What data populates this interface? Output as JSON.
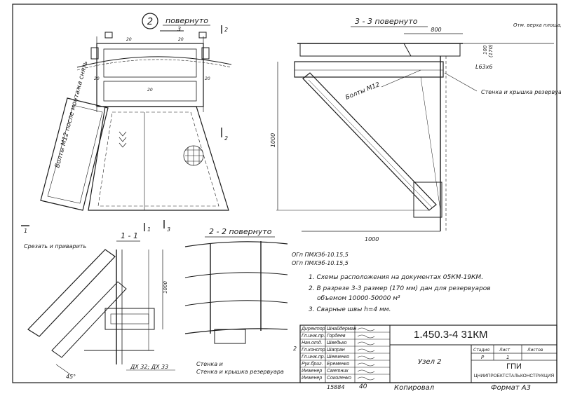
{
  "views": {
    "node_marker": "2",
    "top_title": "повернуто",
    "section33_title": "3 - 3 повернуто",
    "section11_title": "1 - 1",
    "section22_title": "2 - 2 повернуто",
    "cut_labels": [
      "3",
      "2",
      "2",
      "1",
      "1",
      "3"
    ]
  },
  "dimensions": {
    "d800": "800",
    "d1000_right_v": "1000",
    "d1000_right_h": "1000",
    "d100": "100",
    "d170": "(170)",
    "d1000_left": "1000",
    "d20": "20",
    "d45": "45°",
    "d_angle": "L63x6",
    "d2": "2"
  },
  "callouts": {
    "roof_mark": "Отм. верха площадки",
    "bolts_right": "Болты М12",
    "wall_roof_right": "Стенка и крышка резервуара",
    "bolts_left": "Болты М12 после монтажа снять",
    "cut_weld": "Срезать и приварить",
    "wall_roof_bottom": "Стенка и крышка резервуара",
    "dx": "ДХ 32; ДХ 33",
    "ogp1": "ОГп ПМХЭб-10.15,5",
    "ogp2": "ОГп ПМХЭб-10.15,5"
  },
  "notes": [
    "1. Схемы расположения на документах 05КМ-19КМ.",
    "2. В разрезе 3-3 размер (170 мм) дан для резервуаров",
    "объемом 10000-50000 м³",
    "3. Сварные швы h=4 мм."
  ],
  "title_block": {
    "doc_code": "1.450.3-4 31КМ",
    "node": "Узел 2",
    "stage_h": "Стадия",
    "sheet_h": "Лист",
    "sheets_h": "Листов",
    "stage_v": "Р",
    "sheet_v": "1",
    "org": "ГПИ",
    "org_full": "ЦНИИПРОЕКТСТАЛЬКОНСТРУКЦИЯ",
    "rows": [
      {
        "role": "Директор",
        "name": "Шнайдерман"
      },
      {
        "role": "Гл.инж.пр.",
        "name": "Гордеев"
      },
      {
        "role": "Нач.отд.",
        "name": "Шведько"
      },
      {
        "role": "Гл.констр.",
        "name": "Шапран"
      },
      {
        "role": "Гл.инж.пр.",
        "name": "Шевченко"
      },
      {
        "role": "Рук.бриг.",
        "name": "Еременко"
      },
      {
        "role": "Инженер",
        "name": "Сметник"
      },
      {
        "role": "Инженер",
        "name": "Соколенко"
      }
    ]
  },
  "footer": {
    "inv": "15884",
    "num": "40",
    "copied": "Копировал",
    "format": "Формат А3"
  }
}
